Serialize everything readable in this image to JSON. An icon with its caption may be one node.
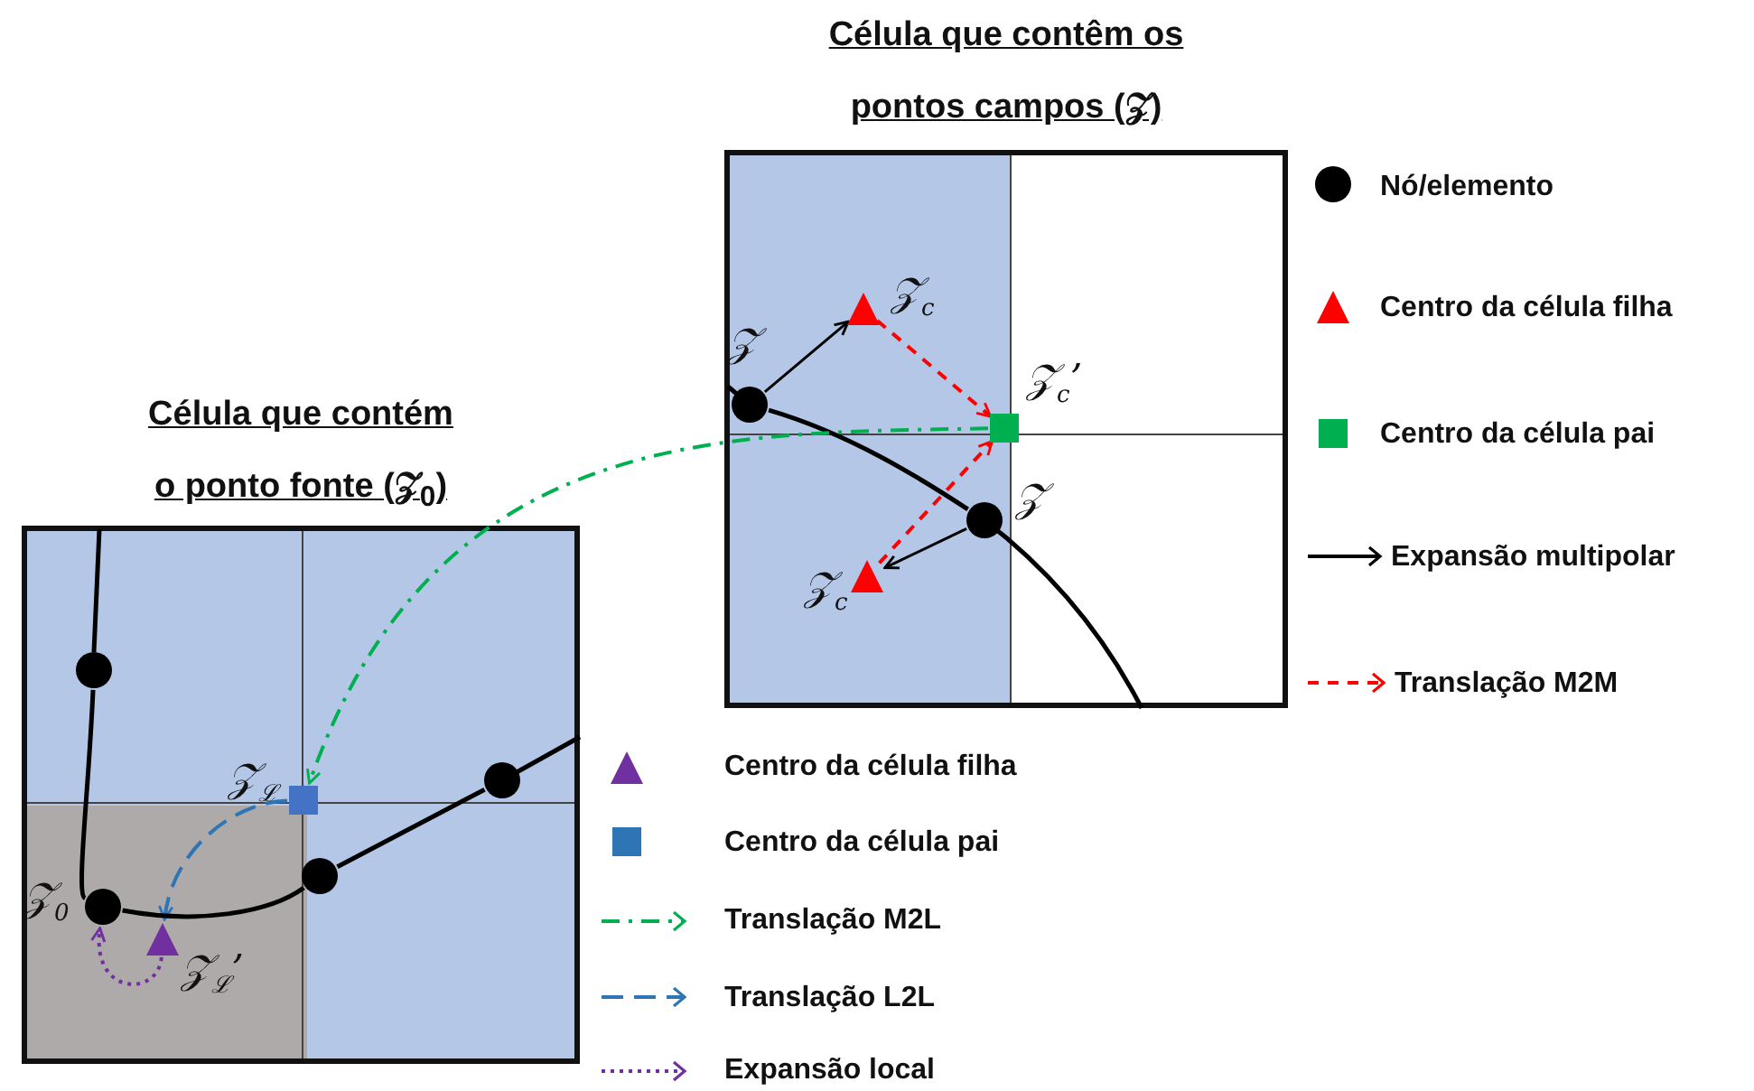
{
  "diagram": {
    "nodes": [
      {
        "text": [
          "Célula que contêm os pontos campos (𝒵)"
        ]
      },
      {
        "text": [],
        "shape": "circle",
        "in": 0,
        "beside": [
          "𝒵"
        ]
      },
      {
        "text": [],
        "shape": "triangle",
        "in": 0,
        "beside": [
          "𝒵$_{c}$"
        ]
      },
      {
        "text": [],
        "shape": "box",
        "in": 0,
        "beside": [
          "𝒵$_{c}$’"
        ]
      },
      {
        "text": [],
        "shape": "circle",
        "in": 0,
        "beside": [
          "𝒵"
        ]
      },
      {
        "text": [],
        "shape": "triangle",
        "in": 0,
        "beside": [
          "𝒵$_{c}$"
        ]
      },
      {
        "text": [
          "Célula que contém o ponto fonte (𝒵$_{0}$)"
        ]
      },
      {
        "text": [],
        "shape": "circle",
        "in": 6
      },
      {
        "text": [],
        "shape": "box",
        "in": 6,
        "beside": [
          "𝒵$_{ℒ}$"
        ]
      },
      {
        "text": [],
        "shape": "circle",
        "in": 6
      },
      {
        "text": [],
        "shape": "circle",
        "in": 6
      },
      {
        "text": [],
        "shape": "circle",
        "in": 6,
        "beside": [
          "𝒵$_{0}$"
        ]
      },
      {
        "text": [],
        "shape": "triangle",
        "in": 6,
        "beside": [
          "𝒵$_{ℒ}$’"
        ]
      }
    ],
    "edges": [
      {
        "from": 1,
        "to": 4,
        "arrow": "none"
      },
      {
        "from": 1,
        "to": 2,
        "arrow": "to"
      },
      {
        "from": 4,
        "to": 5,
        "arrow": "to"
      },
      {
        "from": 2,
        "to": 3,
        "arrow": "to",
        "style": "dashed",
        "color": "#ff0000"
      },
      {
        "from": 5,
        "to": 3,
        "arrow": "to",
        "style": "dashed",
        "color": "#ff0000"
      },
      {
        "from": 3,
        "to": 8,
        "arrow": "to",
        "style": "dashed",
        "color": "#00b050"
      },
      {
        "from": 8,
        "to": 12,
        "arrow": "to",
        "style": "dashed",
        "color": "#2e75b6"
      },
      {
        "from": 12,
        "to": 11,
        "arrow": "to",
        "style": "dashed",
        "color": "#7030a0"
      },
      {
        "from": 7,
        "to": 11,
        "arrow": "none"
      },
      {
        "from": 11,
        "to": 10,
        "arrow": "none"
      },
      {
        "from": 10,
        "to": 9,
        "arrow": "none"
      }
    ],
    "legend": [
      {
        "text": "Nó/elemento"
      },
      {
        "text": "Centro da célula filha"
      },
      {
        "text": "Centro da célula pai",
        "color": "#00b050"
      },
      {
        "text": "Expansão multipolar"
      },
      {
        "text": "Translação M2M"
      },
      {
        "text": "Centro da célula filha"
      },
      {
        "text": "Centro da célula pai",
        "color": "#2e75b6"
      },
      {
        "text": "Translação M2L"
      },
      {
        "text": "Translação L2L"
      },
      {
        "text": "Expansão local"
      }
    ]
  }
}
